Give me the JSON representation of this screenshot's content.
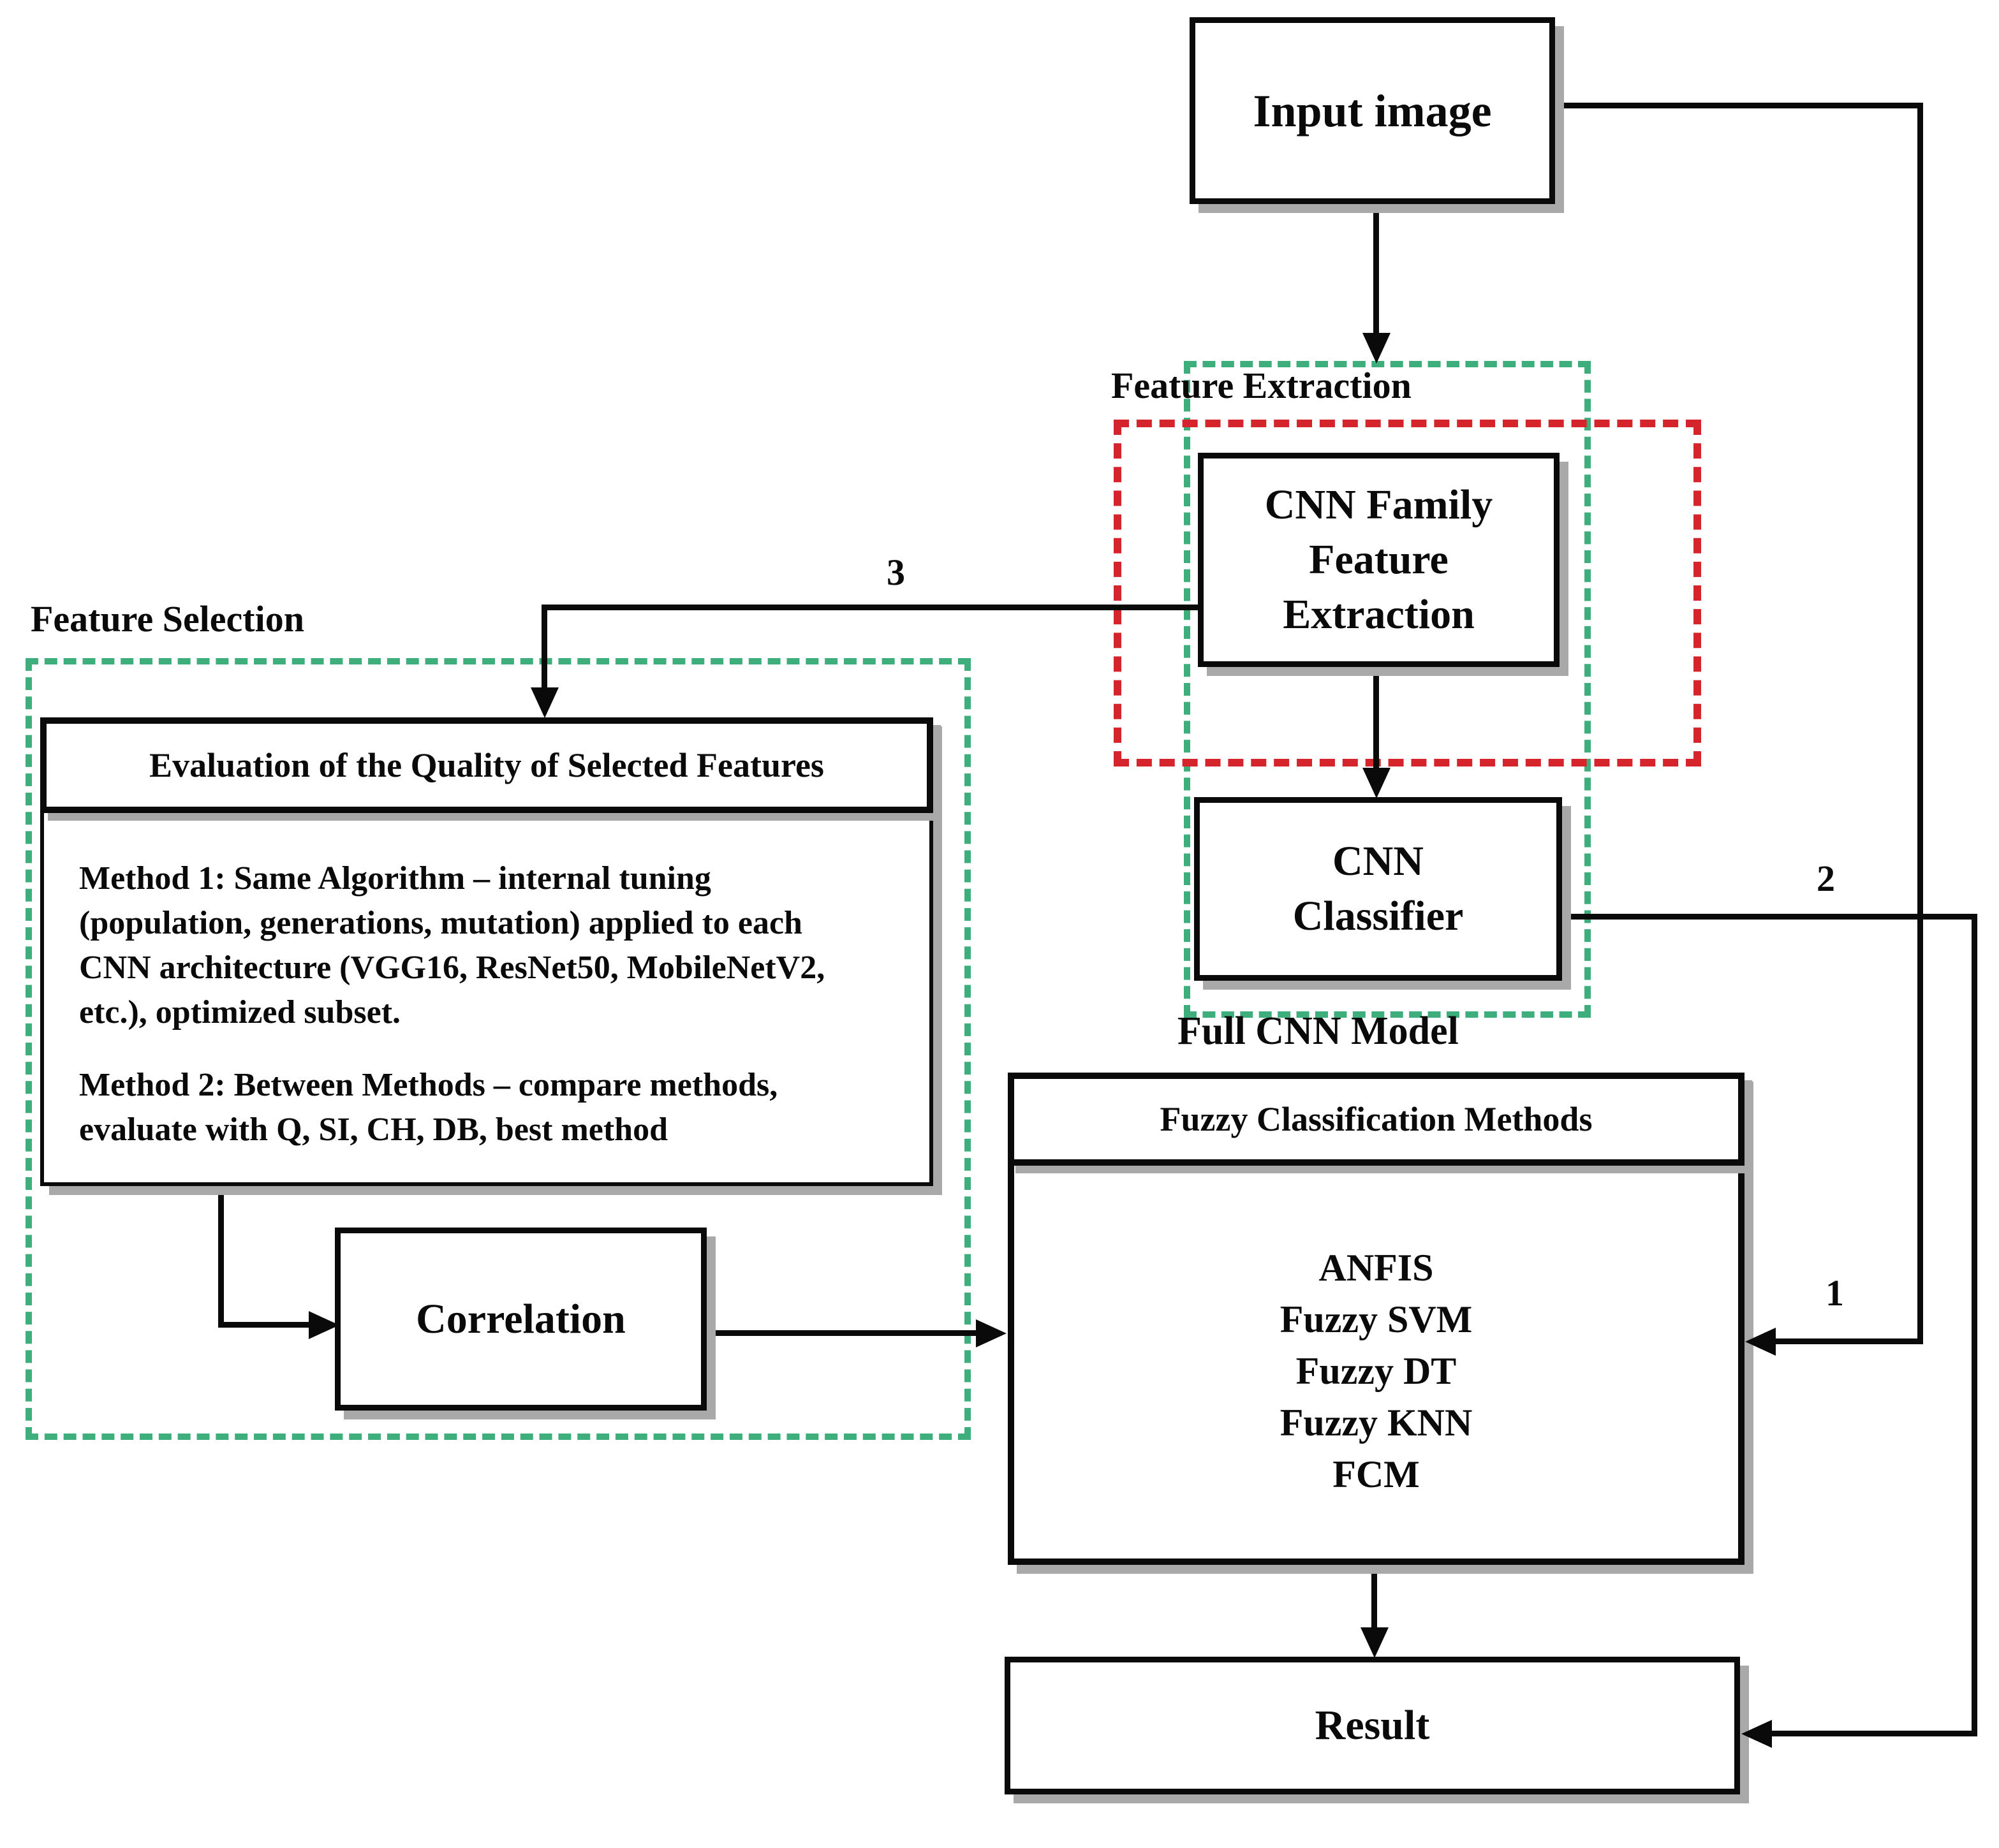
{
  "colors": {
    "green": "#3fae7d",
    "red": "#d6242c",
    "shadow": "#a9a9a9",
    "ink": "#0a0a0a"
  },
  "regions": {
    "feature_extraction": "Feature Extraction",
    "feature_selection": "Feature Selection",
    "full_cnn_model": "Full CNN Model"
  },
  "nodes": {
    "input_image": {
      "label": "Input image"
    },
    "cnn_family": {
      "lines": [
        "CNN Family",
        "Feature",
        "Extraction"
      ]
    },
    "cnn_classifier": {
      "lines": [
        "CNN",
        "Classifier"
      ]
    },
    "evaluation": {
      "title": "Evaluation of the Quality of Selected Features",
      "method1": [
        "Method 1: Same Algorithm – internal tuning",
        "(population, generations, mutation) applied to each",
        "CNN architecture (VGG16, ResNet50, MobileNetV2,",
        "etc.), optimized subset."
      ],
      "method2": [
        "Method 2: Between Methods – compare methods,",
        "evaluate with Q, SI, CH, DB, best method"
      ]
    },
    "correlation": {
      "label": "Correlation"
    },
    "fuzzy": {
      "title": "Fuzzy Classification Methods",
      "items": [
        "ANFIS",
        "Fuzzy SVM",
        "Fuzzy DT",
        "Fuzzy KNN",
        "FCM"
      ]
    },
    "result": {
      "label": "Result"
    }
  },
  "edge_labels": {
    "one": "1",
    "two": "2",
    "three": "3"
  }
}
